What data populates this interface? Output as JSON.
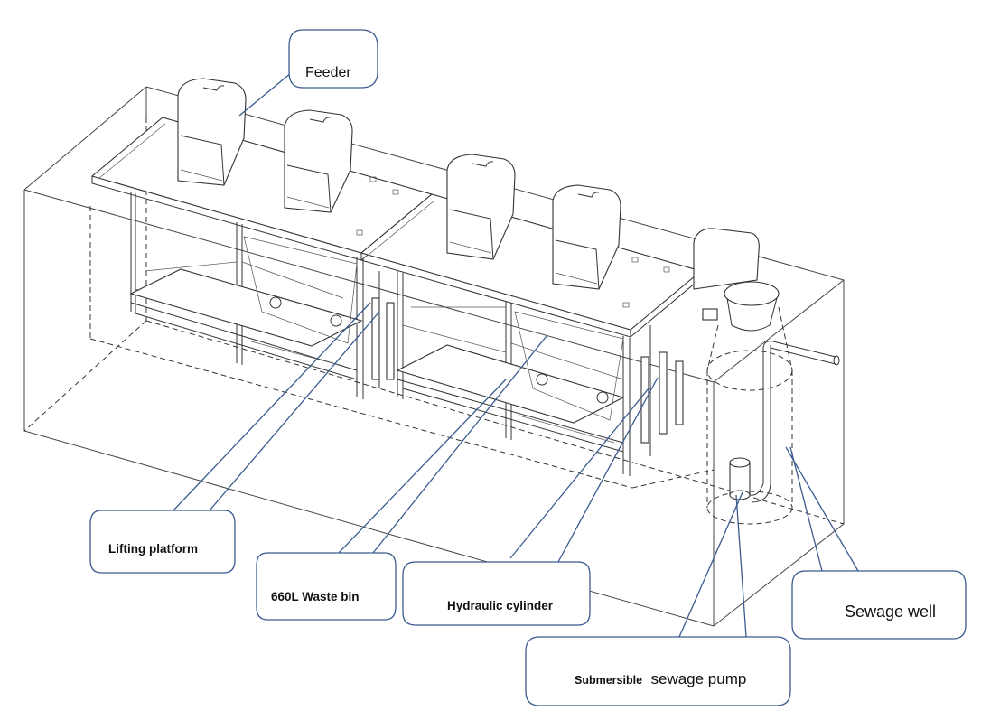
{
  "labels": {
    "feeder": "Feeder",
    "lifting_platform": "Lifting platform",
    "waste_bin": "660L Waste bin",
    "hydraulic_cylinder": "Hydraulic cylinder",
    "sewage_well": "Sewage well",
    "pump_prefix": "Submersible",
    "pump_suffix": "sewage pump"
  },
  "colors": {
    "callout_stroke": "#3b5a8f",
    "drawing_stroke": "#333333"
  }
}
